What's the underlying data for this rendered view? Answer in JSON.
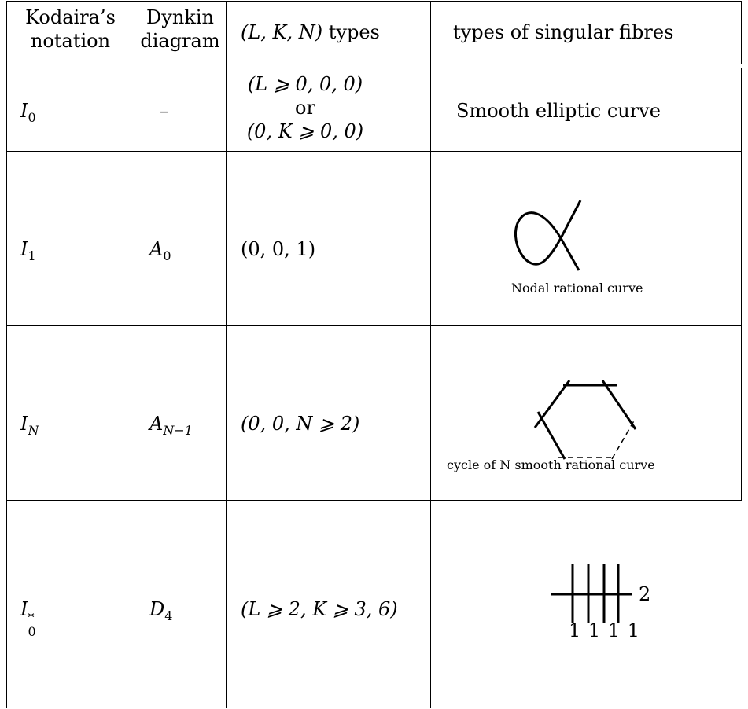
{
  "headers": {
    "col1_line1": "Kodaira’s",
    "col1_line2": "notation",
    "col2_line1": "Dynkin",
    "col2_line2": "diagram",
    "col3_math": "(L, K, N)",
    "col3_word": "types",
    "col4": "types of singular fibres"
  },
  "rows": [
    {
      "notation_base": "I",
      "notation_sub": "0",
      "dynkin": "–",
      "types_line1": "(L ⩾ 0, 0, 0)",
      "types_line2": "or",
      "types_line3": "(0, K ⩾ 0, 0)",
      "fibre_text": "Smooth elliptic curve"
    },
    {
      "notation_base": "I",
      "notation_sub": "1",
      "dynkin_base": "A",
      "dynkin_sub": "0",
      "types": "(0, 0, 1)",
      "fibre_caption": "Nodal rational curve"
    },
    {
      "notation_base": "I",
      "notation_sub": "N",
      "dynkin_base": "A",
      "dynkin_sub": "N−1",
      "types": "(0, 0, N ⩾ 2)",
      "fibre_caption": "cycle of N smooth rational curve"
    },
    {
      "notation_base": "I",
      "notation_sub": "0",
      "notation_sup": "*",
      "dynkin_base": "D",
      "dynkin_sub": "4",
      "types": "(L ⩾ 2, K ⩾ 3, 6)",
      "fibre_mult_right": "2",
      "fibre_mult_bottom": "1 1 1 1"
    }
  ]
}
